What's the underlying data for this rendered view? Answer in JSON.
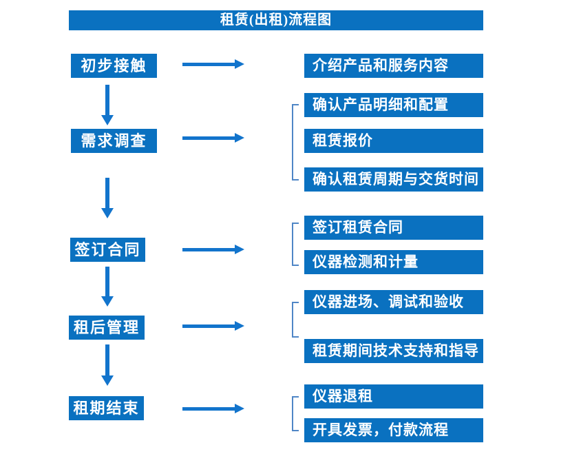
{
  "title": "租赁(出租)流程图",
  "colors": {
    "box_blue": "#0a71c0",
    "arrow_blue": "#1274cc",
    "bracket_blue": "#4f86c6",
    "text_white": "#ffffff",
    "background": "#ffffff"
  },
  "stages": [
    {
      "label": "初步接触",
      "outputs": [
        "介绍产品和服务内容"
      ]
    },
    {
      "label": "需求调查",
      "outputs": [
        "确认产品明细和配置",
        "租赁报价",
        "确认租赁周期与交货时间"
      ]
    },
    {
      "label": "签订合同",
      "outputs": [
        "签订租赁合同",
        "仪器检测和计量"
      ]
    },
    {
      "label": "租后管理",
      "outputs": [
        "仪器进场、调试和验收",
        "租赁期间技术支持和指导"
      ]
    },
    {
      "label": "租期结束",
      "outputs": [
        "仪器退租",
        "开具发票，付款流程"
      ]
    }
  ]
}
